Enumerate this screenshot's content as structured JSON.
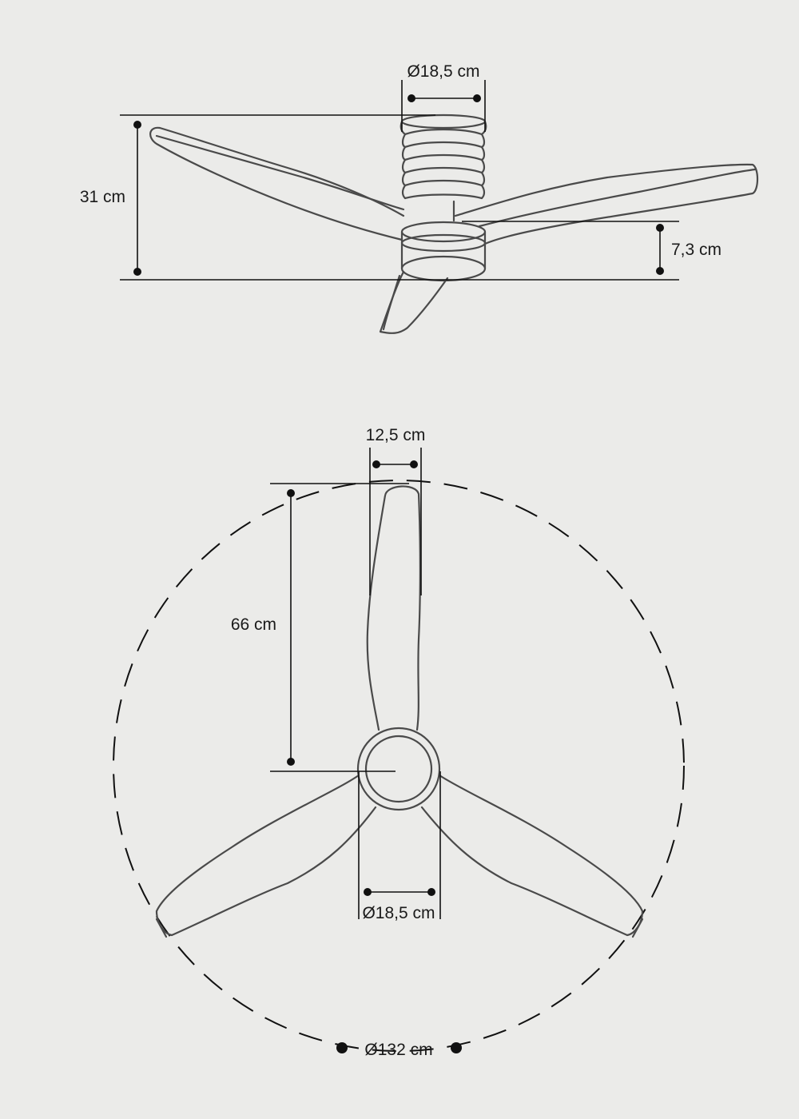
{
  "side_view": {
    "motor_diameter": "Ø18,5 cm",
    "total_height": "31 cm",
    "hub_height": "7,3 cm"
  },
  "top_view": {
    "blade_width": "12,5 cm",
    "blade_length": "66 cm",
    "hub_diameter": "Ø18,5 cm",
    "sweep_diameter": "Ø132 cm"
  },
  "colors": {
    "background": "#ebebe9",
    "line": "#4a4a4a",
    "dimension": "#111111"
  }
}
